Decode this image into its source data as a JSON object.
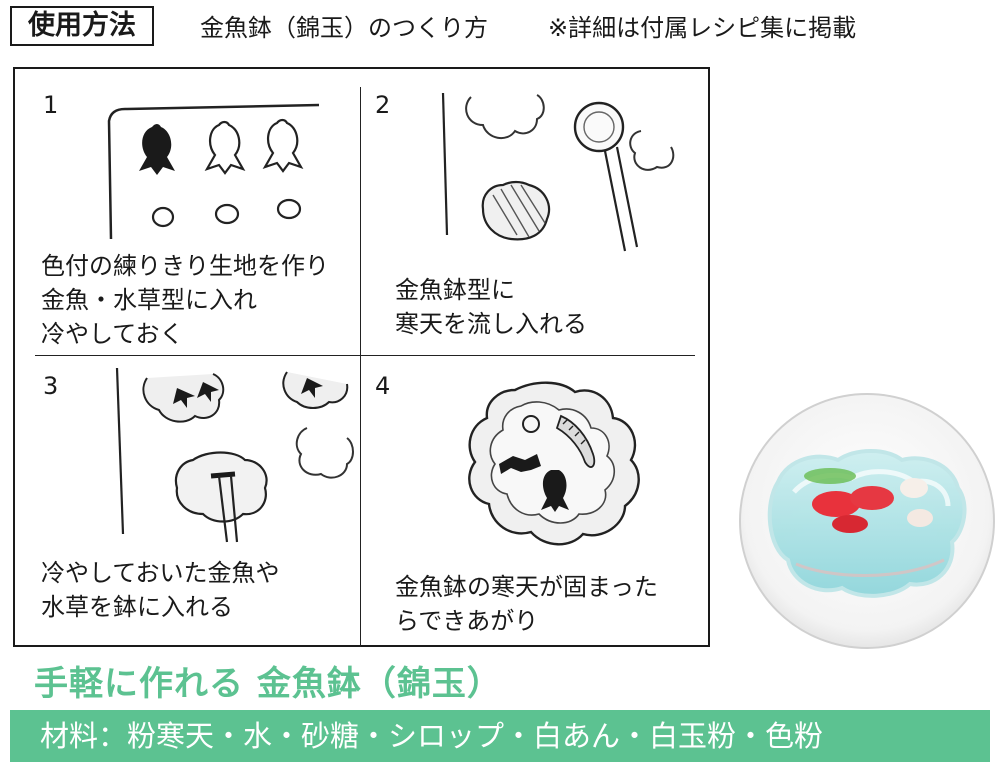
{
  "header": {
    "label": "使用方法",
    "title": "金魚鉢（錦玉）のつくり方",
    "note": "※詳細は付属レシピ集に掲載"
  },
  "steps": [
    {
      "number": "1",
      "lines": [
        "色付の練りきり生地を作り",
        "金魚・水草型に入れ",
        "冷やしておく"
      ]
    },
    {
      "number": "2",
      "lines": [
        "金魚鉢型に",
        "寒天を流し入れる"
      ]
    },
    {
      "number": "3",
      "lines": [
        "冷やしておいた金魚や",
        "水草を鉢に入れる"
      ]
    },
    {
      "number": "4",
      "lines": [
        "金魚鉢の寒天が固まった",
        "らできあがり"
      ]
    }
  ],
  "promo": "手軽に作れる 金魚鉢（錦玉）",
  "ingredients": "材料：粉寒天・水・砂糖・シロップ・白あん・白玉粉・色粉",
  "colors": {
    "accent": "#5cc291",
    "ink": "#1a1a1a"
  }
}
